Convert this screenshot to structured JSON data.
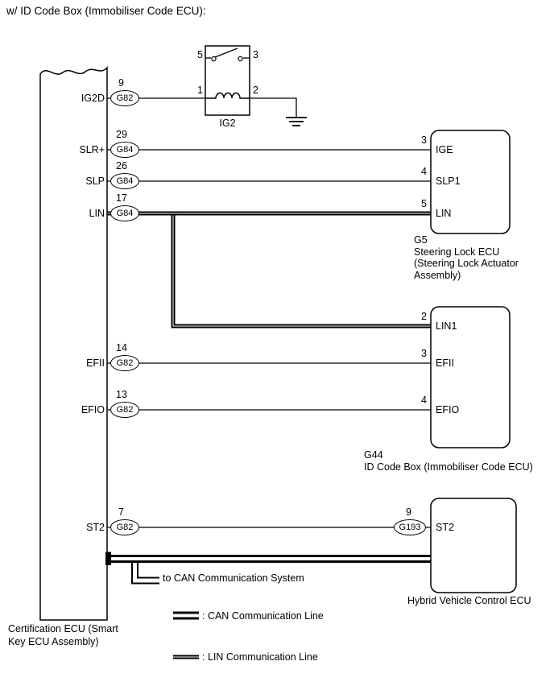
{
  "title": "w/ ID Code Box (Immobiliser Code ECU):",
  "colors": {
    "line": "#000000",
    "background": "#ffffff"
  },
  "relay": {
    "label": "IG2",
    "pin_top_left": "5",
    "pin_top_right": "3",
    "pin_bottom_left": "1",
    "pin_bottom_right": "2"
  },
  "certification_ecu": {
    "label": "Certification ECU (Smart\nKey ECU Assembly)",
    "pins": [
      {
        "signal": "IG2D",
        "number": "9",
        "connector": "G82"
      },
      {
        "signal": "SLR+",
        "number": "29",
        "connector": "G84"
      },
      {
        "signal": "SLP",
        "number": "26",
        "connector": "G84"
      },
      {
        "signal": "LIN",
        "number": "17",
        "connector": "G84"
      },
      {
        "signal": "EFII",
        "number": "14",
        "connector": "G82"
      },
      {
        "signal": "EFIO",
        "number": "13",
        "connector": "G82"
      },
      {
        "signal": "ST2",
        "number": "7",
        "connector": "G82"
      }
    ]
  },
  "steering_lock_ecu": {
    "label": "G5\nSteering Lock ECU\n(Steering Lock Actuator\nAssembly)",
    "pins": [
      {
        "number": "3",
        "signal": "IGE"
      },
      {
        "number": "4",
        "signal": "SLP1"
      },
      {
        "number": "5",
        "signal": "LIN"
      }
    ]
  },
  "id_code_box": {
    "label": "G44\nID Code Box (Immobiliser Code ECU)",
    "pins": [
      {
        "number": "2",
        "signal": "LIN1"
      },
      {
        "number": "3",
        "signal": "EFII"
      },
      {
        "number": "4",
        "signal": "EFIO"
      }
    ]
  },
  "hybrid_ecu": {
    "label": "Hybrid Vehicle Control ECU",
    "pin": {
      "number": "9",
      "connector": "G193",
      "signal": "ST2"
    }
  },
  "notes": {
    "can_branch": "to CAN Communication System"
  },
  "legend": {
    "can": ": CAN Communication Line",
    "lin": ": LIN Communication Line"
  }
}
